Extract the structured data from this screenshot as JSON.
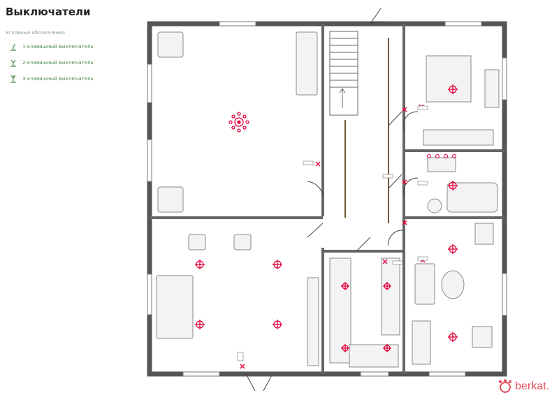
{
  "title": "Выключатели",
  "legend": {
    "heading": "Условные обозначения",
    "items": [
      {
        "label": "1-клавишный выключатель",
        "icon": "switch-1-icon"
      },
      {
        "label": "2-клавишный выключатель",
        "icon": "switch-2-icon"
      },
      {
        "label": "3-клавишный выключатель",
        "icon": "switch-3-icon"
      }
    ]
  },
  "brand": {
    "name": "berkat."
  },
  "colors": {
    "wall": "#555555",
    "accent": "#e4003a",
    "legend": "#4c8c4c",
    "brand": "#e74e5c"
  }
}
